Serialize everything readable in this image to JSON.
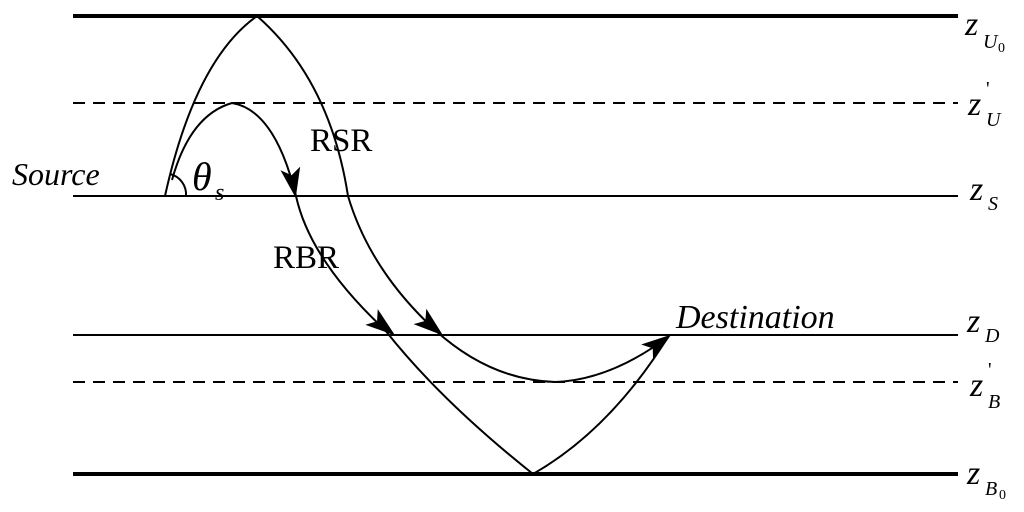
{
  "diagram": {
    "labels": {
      "source": "Source",
      "destination": "Destination",
      "rsr": "RSR",
      "rbr": "RBR",
      "theta": "θ",
      "theta_sub": "s"
    },
    "levels": {
      "zU0": {
        "main": "z",
        "sub": "U",
        "subsub": "0",
        "style": "thick-solid"
      },
      "zU": {
        "main": "z",
        "sub": "U",
        "prime": "'",
        "style": "dashed"
      },
      "zS": {
        "main": "z",
        "sub": "S",
        "style": "solid"
      },
      "zD": {
        "main": "z",
        "sub": "D",
        "style": "solid"
      },
      "zB": {
        "main": "z",
        "sub": "B",
        "prime": "'",
        "style": "dashed"
      },
      "zB0": {
        "main": "z",
        "sub": "B",
        "subsub": "0",
        "style": "thick-solid"
      }
    },
    "line_color": "#000000",
    "background": "#ffffff"
  }
}
